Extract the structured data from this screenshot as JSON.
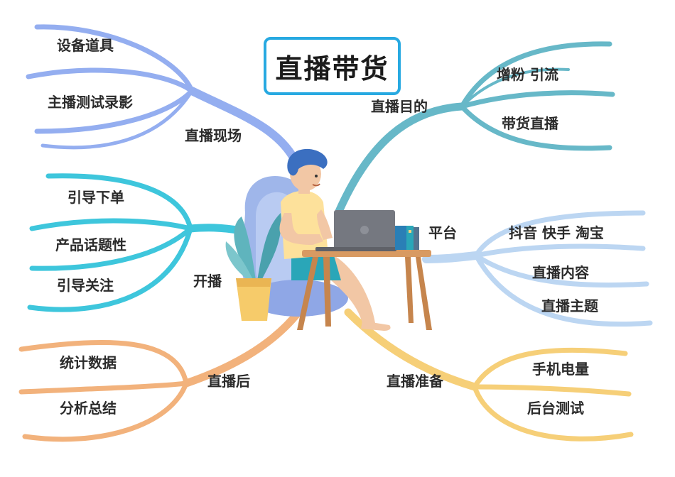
{
  "title": "直播带货",
  "colors": {
    "blue": "#94aef0",
    "teal": "#67b8c8",
    "cyan": "#3ec6dc",
    "lightblue": "#bcd6f2",
    "orange": "#f2b27c",
    "yellow": "#f6cf78",
    "title_border": "#27a9e1"
  },
  "branches": {
    "scene": {
      "label": "直播现场",
      "items": [
        "设备道具",
        "主播测试录影"
      ]
    },
    "purpose": {
      "label": "直播目的",
      "items": [
        "增粉 引流",
        "带货直播"
      ]
    },
    "start": {
      "label": "开播",
      "items": [
        "引导下单",
        "产品话题性",
        "引导关注"
      ]
    },
    "platform": {
      "label": "平台",
      "items": [
        "抖音 快手 淘宝",
        "直播内容",
        "直播主题"
      ]
    },
    "after": {
      "label": "直播后",
      "items": [
        "统计数据",
        "分析总结"
      ]
    },
    "prep": {
      "label": "直播准备",
      "items": [
        "手机电量",
        "后台测试"
      ]
    }
  },
  "illustration": {
    "subject": "person-with-laptop",
    "objects": [
      "chair",
      "desk",
      "laptop",
      "books",
      "potted-plant"
    ]
  }
}
